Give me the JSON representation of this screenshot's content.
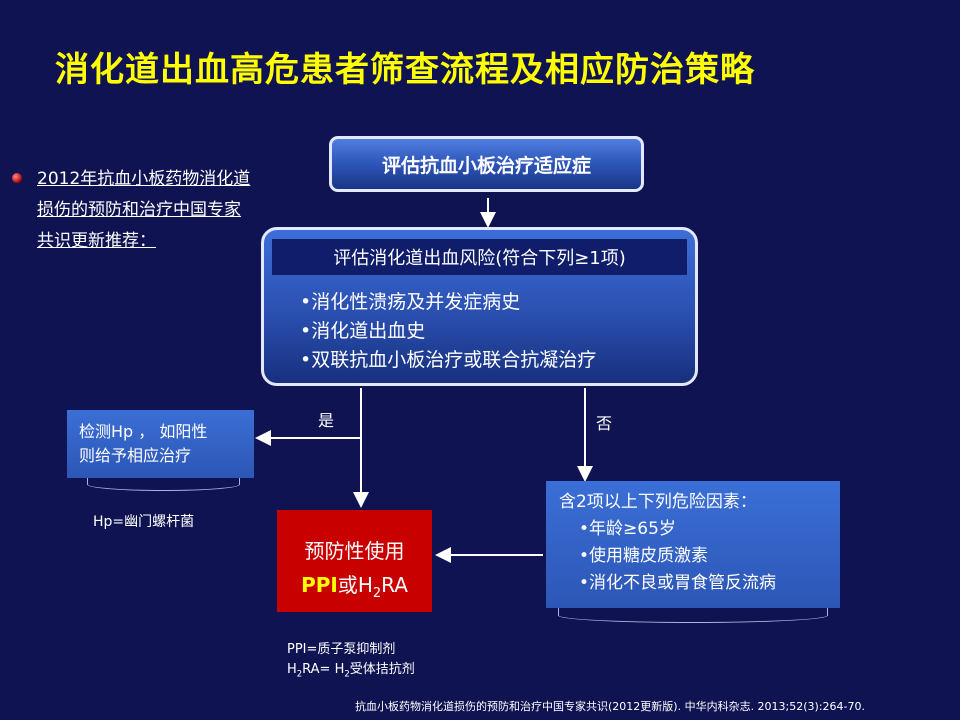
{
  "slide": {
    "title": "消化道出血高危患者筛查流程及相应防治策略",
    "note": "2012年抗血小板药物消化道损伤的预防和治疗中国专家共识更新推荐：",
    "citation": "抗血小板药物消化道损伤的预防和治疗中国专家共识(2012更新版). 中华内科杂志. 2013;52(3):264-70."
  },
  "flow": {
    "top_box": "评估抗血小板治疗适应症",
    "main_header": "评估消化道出血风险(符合下列≥1项)",
    "main_items": [
      "•消化性溃疡及并发症病史",
      "•消化道出血史",
      "•双联抗血小板治疗或联合抗凝治疗"
    ],
    "yes_label": "是",
    "no_label": "否",
    "hp_box": [
      "检测Hp ， 如阳性",
      "则给予相应治疗"
    ],
    "hp_note": "Hp=幽门螺杆菌",
    "ppi_box": {
      "line1": "预防性使用",
      "ppi": "PPI",
      "or": "或",
      "h": "H",
      "sub2": "2",
      "ra": "RA"
    },
    "risk_header": "含2项以上下列危险因素：",
    "risk_items": [
      "•年龄≥65岁",
      "•使用糖皮质激素",
      "•消化不良或胃食管反流病"
    ],
    "legend": {
      "ppi_def": "PPI=质子泵抑制剂",
      "h2_h": "H",
      "h2_sub": "2",
      "h2_rest": "RA= H",
      "h2_sub2": "2",
      "h2_def": "受体拮抗剂"
    }
  }
}
